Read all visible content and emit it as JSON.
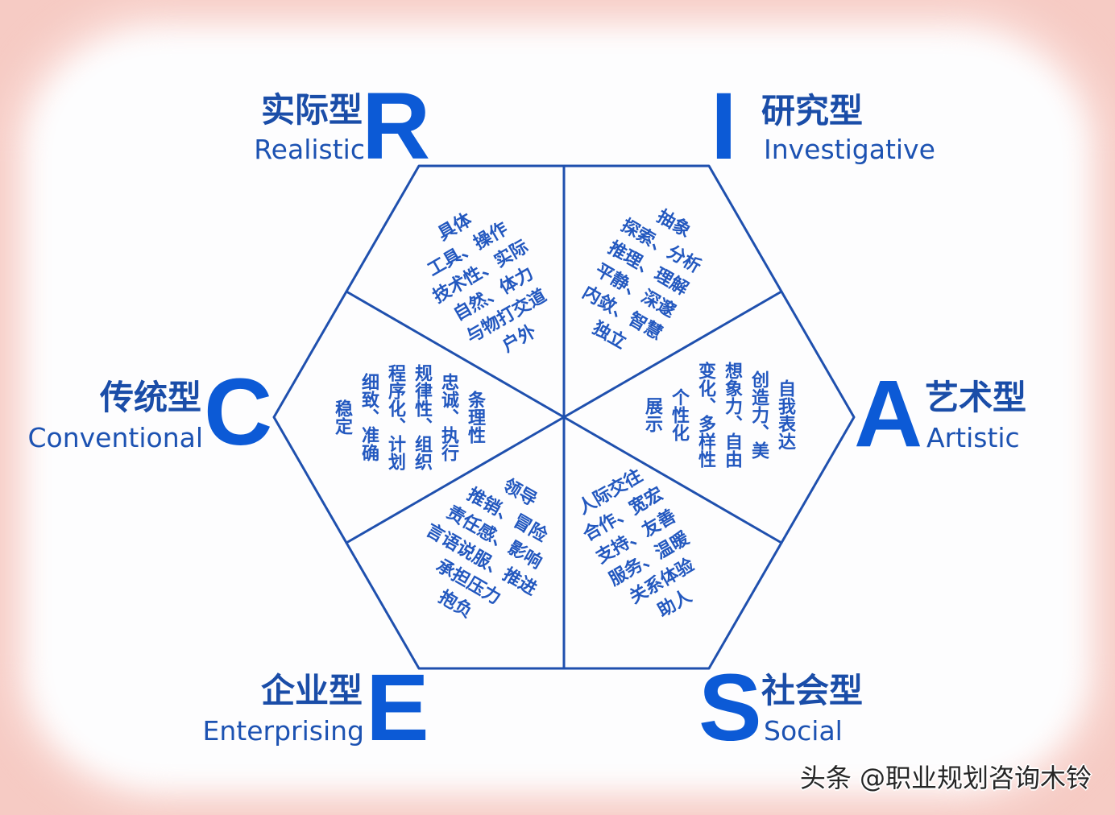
{
  "types": [
    {
      "letter": "R",
      "name_cn": "实际型",
      "name_en": "Realistic",
      "traits": [
        "具体",
        "工具、操作",
        "技术性、实际",
        "自然、体力",
        "与物打交道",
        "户外"
      ]
    },
    {
      "letter": "I",
      "name_cn": "研究型",
      "name_en": "Investigative",
      "traits": [
        "抽象",
        "探索、分析",
        "推理、理解",
        "平静、深邃",
        "内敛、智慧",
        "独立"
      ]
    },
    {
      "letter": "A",
      "name_cn": "艺术型",
      "name_en": "Artistic",
      "traits": [
        "自我表达",
        "创造力、美",
        "想象力、自由",
        "变化、多样性",
        "个性化",
        "展示"
      ]
    },
    {
      "letter": "S",
      "name_cn": "社会型",
      "name_en": "Social",
      "traits": [
        "人际交往",
        "合作、宽宏",
        "支持、友善",
        "服务、温暖",
        "关系体验",
        "助人"
      ]
    },
    {
      "letter": "E",
      "name_cn": "企业型",
      "name_en": "Enterprising",
      "traits": [
        "领导",
        "推销、冒险",
        "责任感、影响",
        "言语说服、推进",
        "承担压力",
        "抱负"
      ]
    },
    {
      "letter": "C",
      "name_cn": "传统型",
      "name_en": "Conventional",
      "traits": [
        "条理性",
        "忠诚、执行",
        "规律性、组织",
        "程序化、计划",
        "细致、准确",
        "稳定"
      ]
    }
  ],
  "watermark": "头条 @职业规划咨询木铃",
  "colors": {
    "background_frame": "#f6cbc4",
    "background_halo": "#fbe2de",
    "background_inner": "#fdfdfe",
    "letter": "#0c5ad6",
    "label_cn": "#1a4da8",
    "label_en": "#1c52b2",
    "traits": "#2358bf",
    "hexagon_stroke": "#1f50ae",
    "watermark": "#262626"
  }
}
